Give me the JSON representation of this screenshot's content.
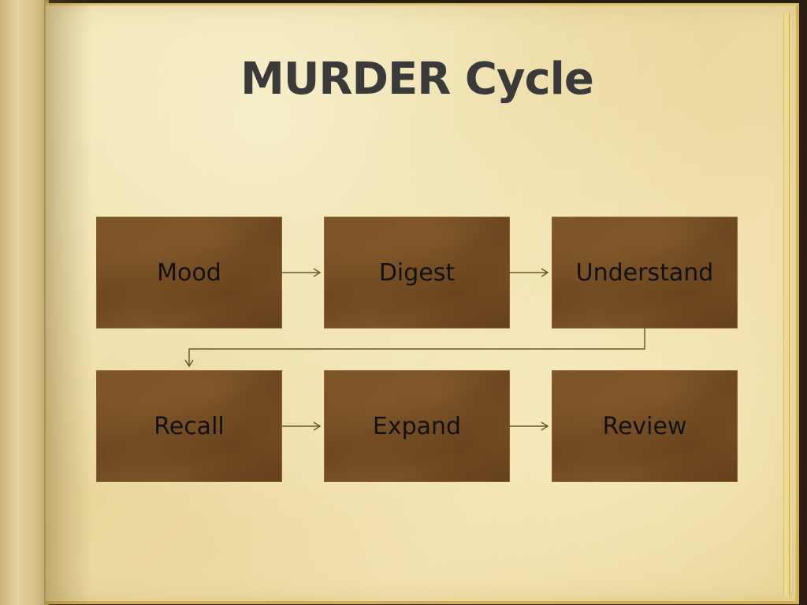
{
  "slide": {
    "title": "MURDER Cycle"
  },
  "diagram": {
    "type": "process-flow",
    "steps": [
      {
        "label": "Mood"
      },
      {
        "label": "Digest"
      },
      {
        "label": "Understand"
      },
      {
        "label": "Recall"
      },
      {
        "label": "Expand"
      },
      {
        "label": "Review"
      }
    ],
    "connections": [
      {
        "from": "Mood",
        "to": "Digest"
      },
      {
        "from": "Digest",
        "to": "Understand"
      },
      {
        "from": "Understand",
        "to": "Recall"
      },
      {
        "from": "Recall",
        "to": "Expand"
      },
      {
        "from": "Expand",
        "to": "Review"
      }
    ],
    "colors": {
      "box_fill": "#6f4a22",
      "connector": "#6b5a2a",
      "title": "#3a3a3a",
      "page": "#ecd9a0"
    }
  }
}
